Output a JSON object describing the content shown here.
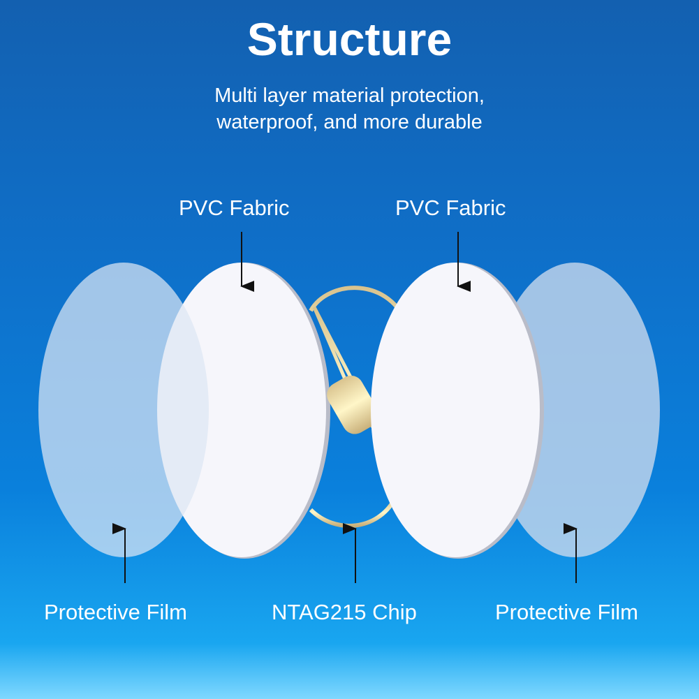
{
  "header": {
    "title": "Structure",
    "subtitle_line1": "Multi layer material protection,",
    "subtitle_line2": "waterproof, and more durable"
  },
  "labels": {
    "pvc_left": "PVC Fabric",
    "pvc_right": "PVC Fabric",
    "film_left": "Protective Film",
    "chip": "NTAG215 Chip",
    "film_right": "Protective Film"
  },
  "colors": {
    "film": "#c8d8ec",
    "pvc": "#f6f6fb",
    "antenna": "#e8d6a0"
  }
}
